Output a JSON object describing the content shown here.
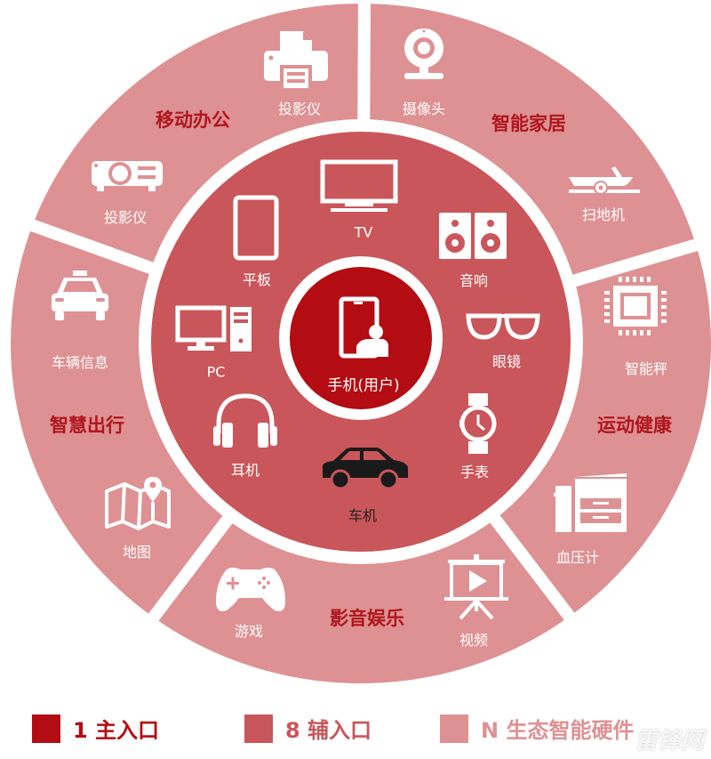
{
  "colors": {
    "primary": "#b30c12",
    "secondary": "#c9565a",
    "ecosystem": "#de9193",
    "category_text": "#b0161e",
    "white": "#ffffff"
  },
  "center": {
    "label": "手机(用户)",
    "icon": "phone-user-icon"
  },
  "inner_ring": [
    {
      "label": "TV",
      "icon": "tv-icon"
    },
    {
      "label": "音响",
      "icon": "speaker-icon"
    },
    {
      "label": "眼镜",
      "icon": "glasses-icon"
    },
    {
      "label": "手表",
      "icon": "watch-icon"
    },
    {
      "label": "车机",
      "icon": "car-icon"
    },
    {
      "label": "耳机",
      "icon": "headphones-icon"
    },
    {
      "label": "PC",
      "icon": "desktop-pc-icon"
    },
    {
      "label": "平板",
      "icon": "tablet-icon"
    }
  ],
  "outer_ring": [
    {
      "category": "移动办公",
      "items": [
        {
          "label": "投影仪",
          "icon": "printer-icon"
        },
        {
          "label": "投影仪",
          "icon": "projector-icon"
        }
      ]
    },
    {
      "category": "智能家居",
      "items": [
        {
          "label": "摄像头",
          "icon": "webcam-icon"
        },
        {
          "label": "扫地机",
          "icon": "robot-vacuum-icon"
        }
      ]
    },
    {
      "category": "运动健康",
      "items": [
        {
          "label": "智能秤",
          "icon": "chip-scale-icon"
        },
        {
          "label": "血压计",
          "icon": "blood-pressure-monitor-icon"
        }
      ]
    },
    {
      "category": "影音娱乐",
      "items": [
        {
          "label": "游戏",
          "icon": "gamepad-icon"
        },
        {
          "label": "视频",
          "icon": "video-screen-icon"
        }
      ]
    },
    {
      "category": "智慧出行",
      "items": [
        {
          "label": "车辆信息",
          "icon": "taxi-icon"
        },
        {
          "label": "地图",
          "icon": "map-icon"
        }
      ]
    }
  ],
  "legend": [
    {
      "label": "1 主入口",
      "color": "#b30c12",
      "text_color": "#b30c12"
    },
    {
      "label": "8 辅入口",
      "color": "#c9565a",
      "text_color": "#c9565a"
    },
    {
      "label": "N 生态智能硬件",
      "color": "#de9193",
      "text_color": "#de9193"
    }
  ],
  "watermark": "雷锋网"
}
